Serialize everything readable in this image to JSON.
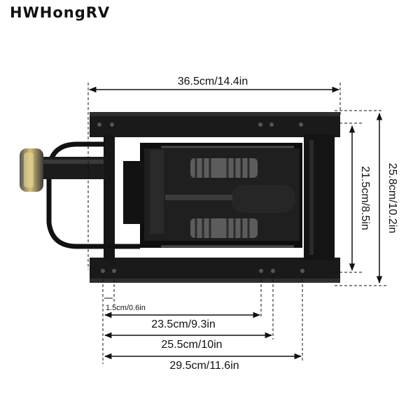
{
  "brand": "HWHongRV",
  "colors": {
    "frame": "#141414",
    "spring": "#6e6e6e",
    "knob": "#d9c27a",
    "dimension_line": "#111111"
  },
  "dimensions": {
    "top_width": "36.5cm/14.4in",
    "outer_depth": "25.8cm/10.2in",
    "inner_depth": "21.5cm/8.5in",
    "hole_offset": "1.5cm/0.6in",
    "hole_span_1": "23.5cm/9.3in",
    "hole_span_2": "25.5cm/10in",
    "hole_span_3": "29.5cm/11.6in"
  }
}
